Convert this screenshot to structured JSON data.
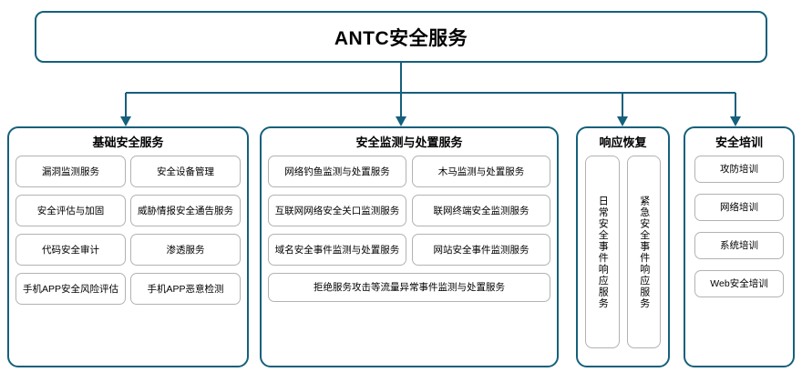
{
  "root": {
    "title": "ANTC安全服务"
  },
  "columns": [
    {
      "id": "basic-security-service",
      "title": "基础安全服务",
      "layout": "grid-2",
      "items": [
        "漏洞监测服务",
        "安全设备管理",
        "安全评估与加固",
        "威胁情报安全通告服务",
        "代码安全审计",
        "渗透服务",
        "手机APP安全风险评估",
        "手机APP恶意检测"
      ]
    },
    {
      "id": "security-monitoring-and-disposal-service",
      "title": "安全监测与处置服务",
      "layout": "grid-2-with-full",
      "items": [
        "网络钓鱼监测与处置服务",
        "木马监测与处置服务",
        "互联网网络安全关口监测服务",
        "联网终端安全监测服务",
        "域名安全事件监测与处置服务",
        "网站安全事件监测服务"
      ],
      "full_items": [
        "拒绝服务攻击等流量异常事件监测与处置服务"
      ]
    },
    {
      "id": "response-recovery",
      "title": "响应恢复",
      "layout": "vertical-text",
      "items": [
        "日常安全事件响应服务",
        "紧急安全事件响应服务"
      ]
    },
    {
      "id": "security-training",
      "title": "安全培训",
      "layout": "stack",
      "items": [
        "攻防培训",
        "网络培训",
        "系统培训",
        "Web安全培训"
      ]
    }
  ],
  "colors": {
    "outline": "#15607c",
    "item_border": "#b2b2b2",
    "background": "#ffffff",
    "text": "#000000"
  }
}
